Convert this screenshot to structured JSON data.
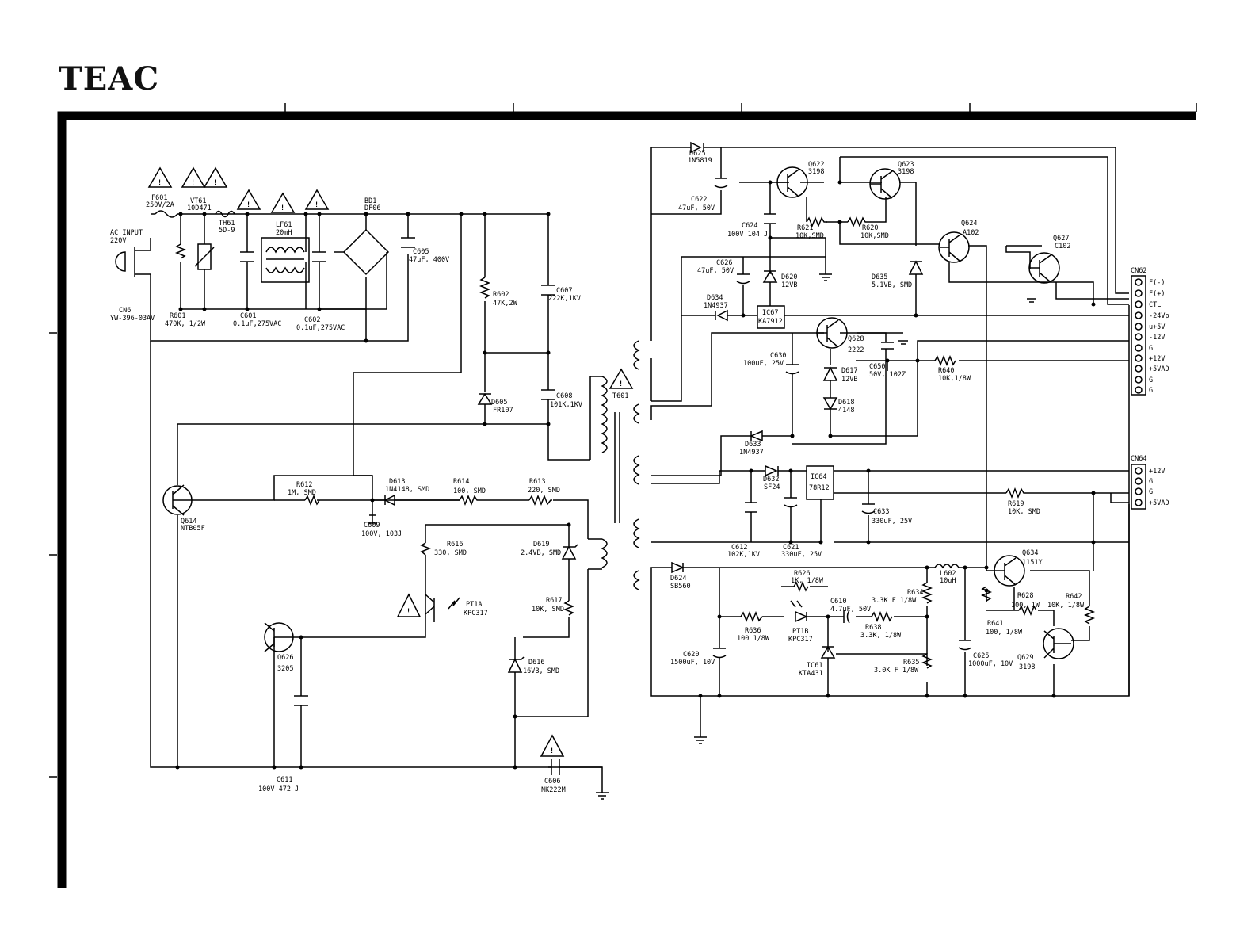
{
  "brand": "TEAC",
  "warning_symbol": "!",
  "labels": {
    "cn6": "CN6",
    "cn6_part": "YW-396-03AV",
    "ac_input": "AC INPUT",
    "ac_voltage": "220V",
    "f601": "F601",
    "f601_v": "250V/2A",
    "vt61": "VT61",
    "vt61_v": "10D471",
    "th61": "TH61",
    "th61_v": "5D-9",
    "lf61": "LF61",
    "lf61_v": "20mH",
    "bd1": "BD1",
    "bd1_v": "DF06",
    "r601": "R601",
    "r601_v": "470K, 1/2W",
    "c601": "C601",
    "c601_v": "0.1uF,275VAC",
    "c602": "C602",
    "c602_v": "0.1uF,275VAC",
    "c605": "C605",
    "c605_v": "47uF, 400V",
    "r602": "R602",
    "r602_v": "47K,2W",
    "c607": "C607",
    "c607_v": "222K,1KV",
    "d605": "D605",
    "d605_v": "FR107",
    "c608": "C608",
    "c608_v": "101K,1KV",
    "t601": "T601",
    "q614": "Q614",
    "q614_v": "NTB05F",
    "r612": "R612",
    "r612_v": "1M, SMD",
    "d613": "D613",
    "d613_v": "1N4148, SMD",
    "r614": "R614",
    "r614_v": "100, SMD",
    "r613": "R613",
    "r613_v": "220, SMD",
    "c609": "C609",
    "c609_v": "100V, 103J",
    "r616": "R616",
    "r616_v": "330, SMD",
    "d619": "D619",
    "d619_v": "2.4VB, SMD",
    "pt1a": "PT1A",
    "pt1a_v": "KPC317",
    "r617": "R617",
    "r617_v": "10K, SMD",
    "q626": "Q626",
    "q626_v": "3205",
    "d616": "D616",
    "d616_v": "16VB, SMD",
    "c611": "C611",
    "c611_v": "100V 472 J",
    "c606": "C606",
    "c606_v": "NK222M",
    "d625": "D625",
    "d625_v": "1N5819",
    "c622": "C622",
    "c622_v": "47uF, 50V",
    "q622": "Q622",
    "q622_v": "3198",
    "q623": "Q623",
    "q623_v": "3198",
    "c624": "C624",
    "c624_v": "100V 104 J",
    "r621": "R621",
    "r621_v": "10K,SMD",
    "r620": "R620",
    "r620_v": "10K,SMD",
    "q624": "Q624",
    "q624_v": "A102",
    "q627": "Q627",
    "q627_v": "C102",
    "c626": "C626",
    "c626_v": "47uF, 50V",
    "d620": "D620",
    "d620_v": "12VB",
    "d635": "D635",
    "d635_v": "5.1VB, SMD",
    "d634": "D634",
    "d634_v": "1N4937",
    "ic67": "IC67",
    "ic67_v": "KA7912",
    "q628": "Q628",
    "q628_v": "2222",
    "c630": "C630",
    "c630_v": "100uF, 25V",
    "d617": "D617",
    "d617_v": "12VB",
    "c650": "C650",
    "c650_v": "50V, 102Z",
    "r640": "R640",
    "r640_v": "10K,1/8W",
    "d618": "D618",
    "d618_v": "4148",
    "d633": "D633",
    "d633_v": "1N4937",
    "d632": "D632",
    "d632_v": "SF24",
    "ic64": "IC64",
    "ic64_v": "78R12",
    "c633": "C633",
    "c633_v": "330uF, 25V",
    "r619": "R619",
    "r619_v": "10K, SMD",
    "c612": "C612",
    "c612_v": "102K,1KV",
    "c621": "C621",
    "c621_v": "330uF, 25V",
    "d624": "D624",
    "d624_v": "SB560",
    "r626": "R626",
    "r626_v": "1K, 1/8W",
    "r636": "R636",
    "r636_v": "100 1/8W",
    "pt1b": "PT1B",
    "pt1b_v": "KPC317",
    "c610": "C610",
    "c610_v": "4.7uF, 50V",
    "r634_v": "3.3K F 1/8W",
    "r634": "R634",
    "r638": "R638",
    "r638_v": "3.3K, 1/8W",
    "l602": "L602",
    "l602_v": "10uH",
    "c620": "C620",
    "c620_v": "1500uF, 10V",
    "ic61": "IC61",
    "ic61_v": "KIA431",
    "r635": "R635",
    "r635_v": "3.0K F 1/8W",
    "c625": "C625",
    "c625_v": "1000uF, 10V",
    "q634": "Q634",
    "q634_v": "1151Y",
    "r628": "R628",
    "r628_v": "100, 1W",
    "r642": "R642",
    "r642_v": "10K, 1/8W",
    "r641": "R641",
    "r641_v": "100, 1/8W",
    "q629": "Q629",
    "q629_v": "3198",
    "cn62": "CN62",
    "cn64": "CN64"
  },
  "cn62_pins": [
    "F(-)",
    "F(+)",
    "CTL",
    "-24Vp",
    "u+5V",
    "-12V",
    "G",
    "+12V",
    "+5VAD",
    "G",
    "G"
  ],
  "cn64_pins": [
    "+12V",
    "G",
    "G",
    "+5VAD"
  ]
}
